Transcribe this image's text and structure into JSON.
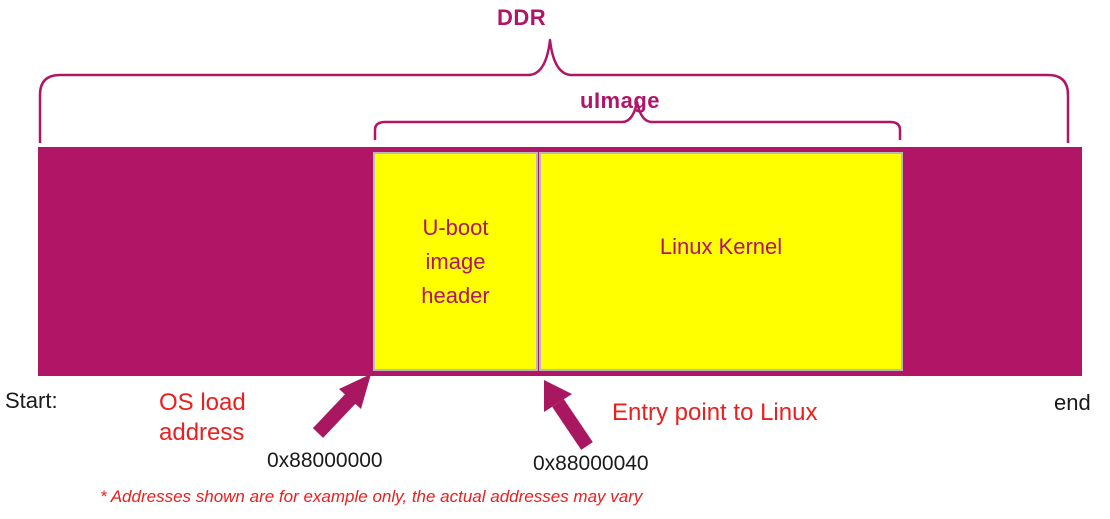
{
  "colors": {
    "ddr": "#b01566",
    "uimage_segments": "#ffff00",
    "segment_text": "#b01566",
    "arrow": "#a8175f",
    "annotation_red": "#e8201f",
    "text_dark": "#1a1a1a"
  },
  "ddr_label": "DDR",
  "uimage_label": "uImage",
  "segments": {
    "header_lines": [
      "U-boot",
      "image",
      "header"
    ],
    "kernel": "Linux Kernel"
  },
  "edges": {
    "start": "Start:",
    "end": "end"
  },
  "markers": {
    "os_load_lines": [
      "OS load",
      "address"
    ],
    "os_load_addr": "0x88000000",
    "entry_point": "Entry point to Linux",
    "entry_addr": "0x88000040"
  },
  "note": "* Addresses  shown are for example only, the actual addresses may vary"
}
